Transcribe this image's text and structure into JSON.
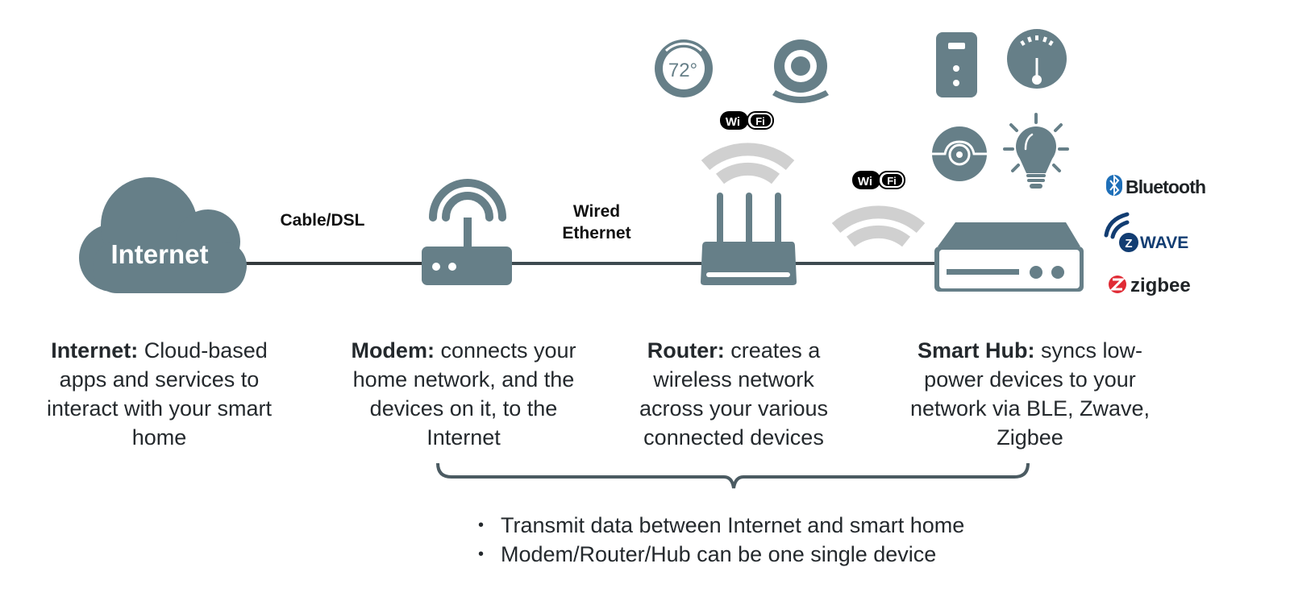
{
  "colors": {
    "icon": "#667f88",
    "wave": "#d0d0d0",
    "line": "#3d4a50",
    "text": "#24292d",
    "bluetooth": "#1e6fb8",
    "zwave": "#123d72",
    "zigbee": "#e02b35"
  },
  "nodes": {
    "internet": {
      "icon_label": "Internet"
    },
    "thermostat": {
      "reading": "72°"
    }
  },
  "links": {
    "internet_modem": "Cable/DSL",
    "modem_router_line1": "Wired",
    "modem_router_line2": "Ethernet",
    "wifi_badge_left": "Wi",
    "wifi_badge_right": "Fi"
  },
  "protocols": {
    "bluetooth": "Bluetooth",
    "zwave": "WAVE",
    "zigbee": "zigbee"
  },
  "descriptions": [
    {
      "title": "Internet:",
      "text": " Cloud-based apps and services to interact with your smart home"
    },
    {
      "title": "Modem:",
      "text": " connects your home network, and the devices on it, to the Internet"
    },
    {
      "title": "Router:",
      "text": " creates a wireless network across your various connected devices"
    },
    {
      "title": "Smart Hub:",
      "text": " syncs low-power devices to your network via BLE, Zwave, Zigbee"
    }
  ],
  "notes": [
    "Transmit data between Internet and smart home",
    "Modem/Router/Hub can be one single device"
  ]
}
